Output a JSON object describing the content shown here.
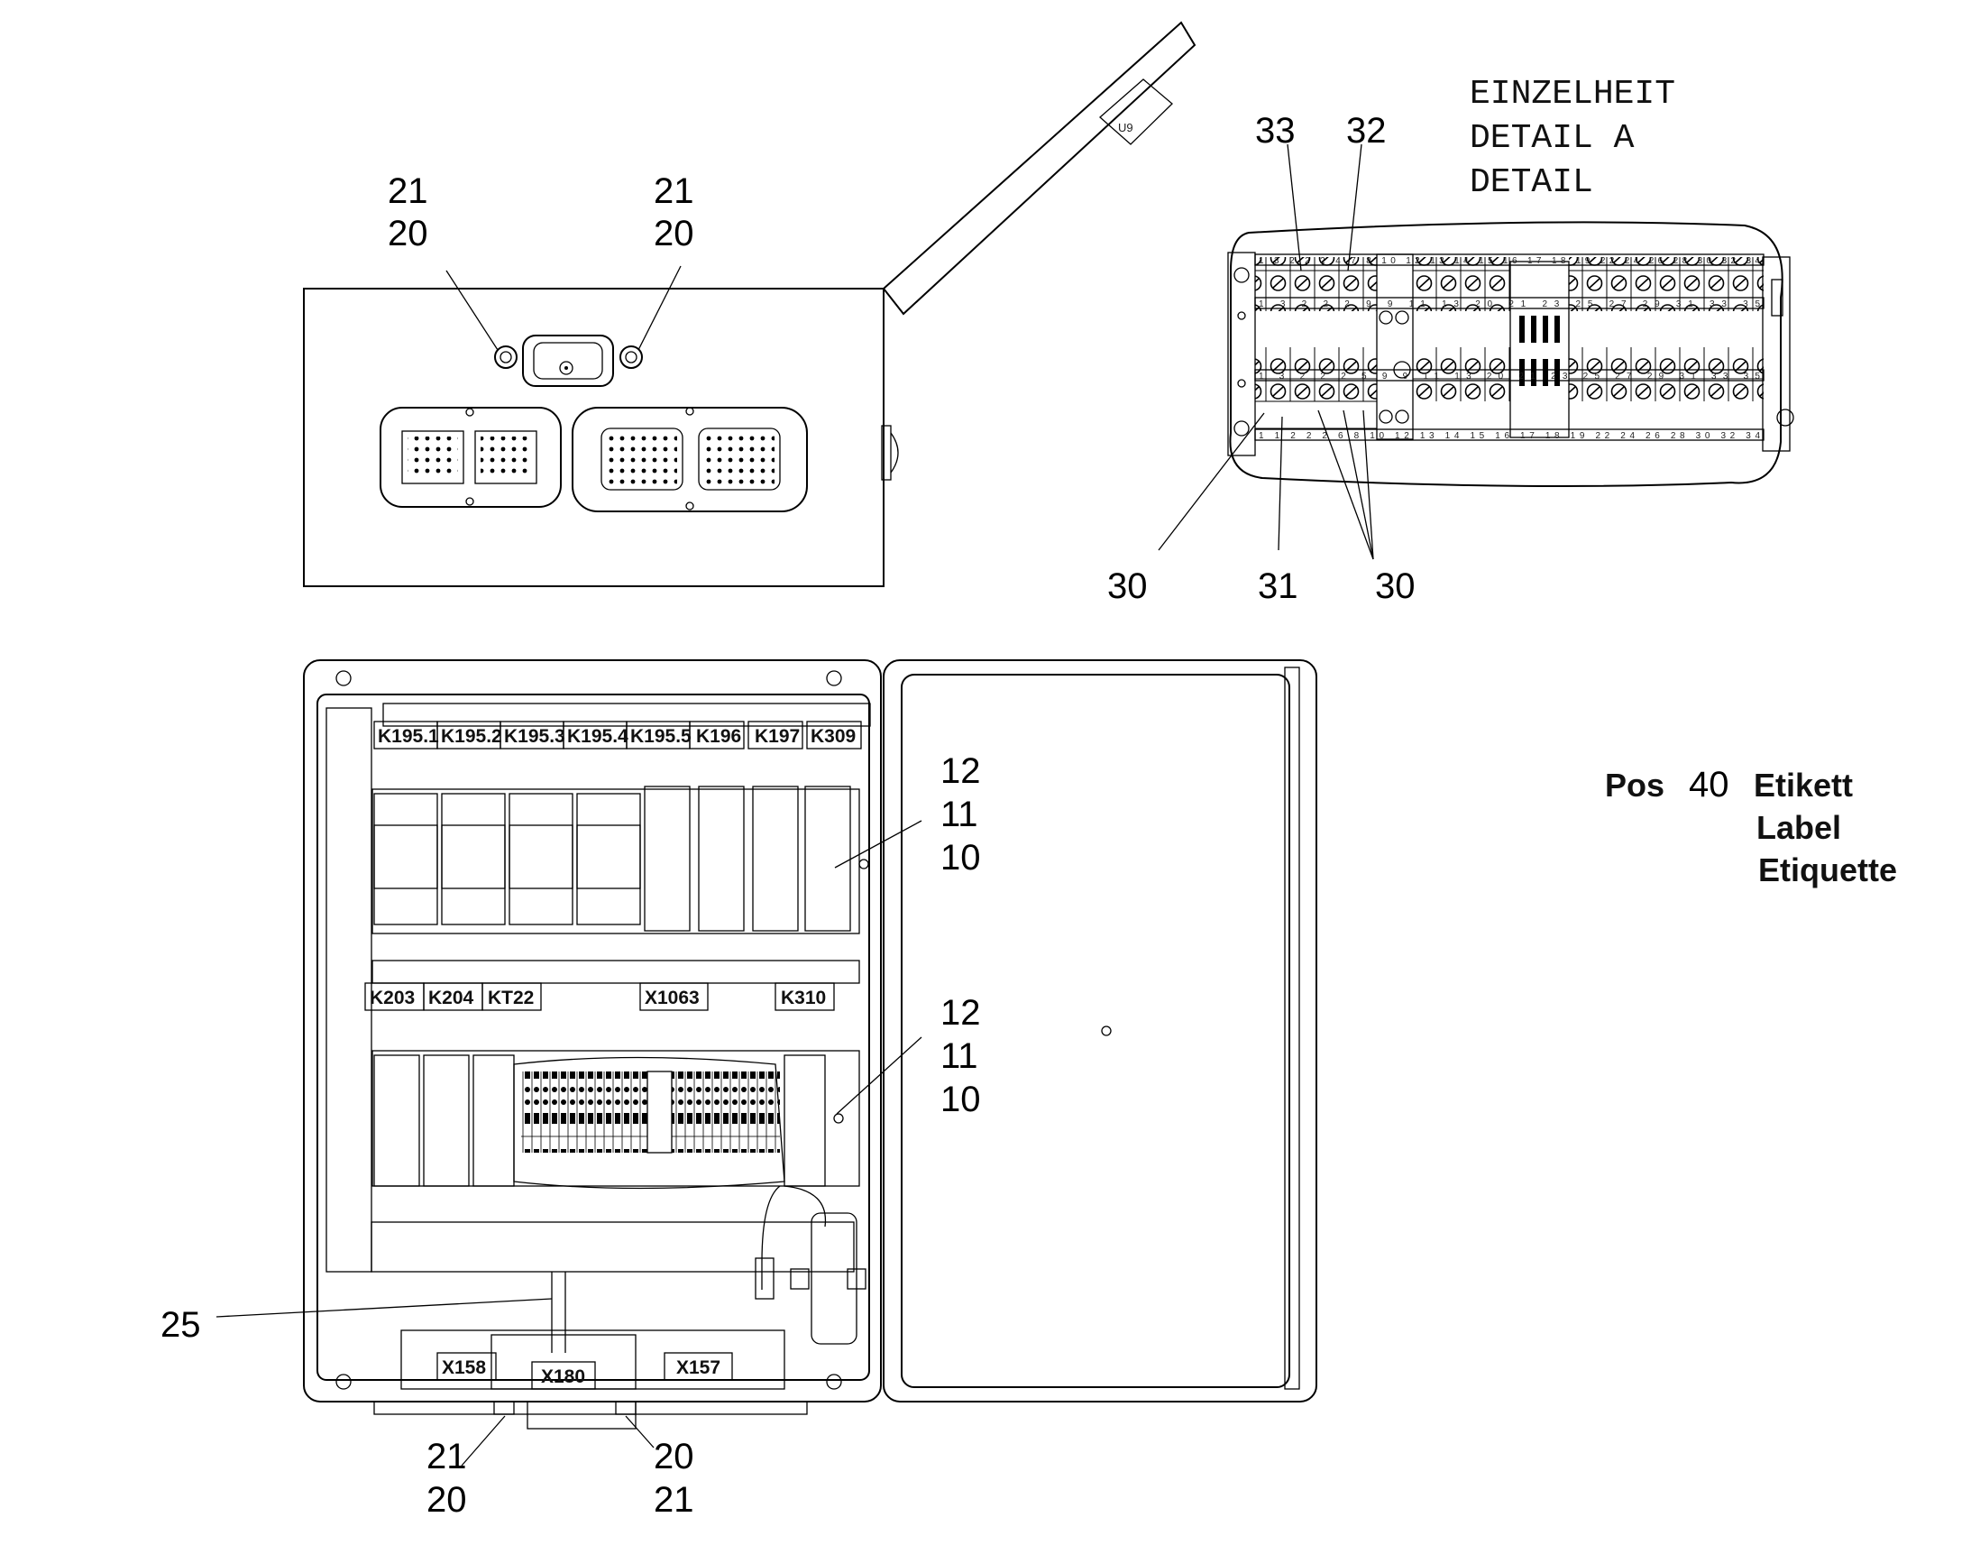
{
  "callouts": {
    "top_left_21": "21",
    "top_left_20": "20",
    "top_right_21": "21",
    "top_right_20": "20",
    "detail_33": "33",
    "detail_32": "32",
    "detail_30_left": "30",
    "detail_31": "31",
    "detail_30_right": "30",
    "mid_12": "12",
    "mid_11": "11",
    "mid_10": "10",
    "low_12": "12",
    "low_11": "11",
    "low_10": "10",
    "cable_25": "25",
    "bottom_left_21": "21",
    "bottom_left_20": "20",
    "bottom_right_20": "20",
    "bottom_right_21": "21"
  },
  "detail_title": [
    "EINZELHEIT",
    "DETAIL   A",
    "DETAIL"
  ],
  "position_note": {
    "pos": "Pos",
    "num": "40",
    "lines": [
      "Etikett",
      "Label",
      "Etiquette"
    ]
  },
  "lid_tag": "U9",
  "relay_labels_top": [
    "K195.1",
    "K195.2",
    "K195.3",
    "K195.4",
    "K195.5",
    "K196",
    "K197",
    "K309"
  ],
  "relay_labels_bottom": [
    "K203",
    "K204",
    "KT22",
    "X1063",
    "K310"
  ],
  "connector_labels": [
    "X158",
    "X180",
    "X157"
  ],
  "terminal_numbers": {
    "top_row": [
      "1",
      "3",
      "2",
      "2",
      "2",
      "4",
      "7",
      "8",
      "10",
      "12",
      "13",
      "14",
      "15",
      "16",
      "17",
      "18",
      "19",
      "22",
      "24",
      "26",
      "28",
      "30",
      "32",
      "34"
    ],
    "mid_row": [
      "1",
      "3",
      "2",
      "2",
      "2",
      "9",
      "9",
      "11",
      "13",
      "20",
      "21",
      "23",
      "25",
      "27",
      "29",
      "31",
      "33",
      "35"
    ],
    "low_row": [
      "1",
      "3",
      "2",
      "2",
      "2",
      "5",
      "9",
      "9",
      "11",
      "13",
      "20",
      "21",
      "23",
      "25",
      "27",
      "29",
      "31",
      "33",
      "35"
    ],
    "bottom_row": [
      "1",
      "1",
      "2",
      "2",
      "2",
      "6",
      "8",
      "10",
      "12",
      "13",
      "14",
      "15",
      "16",
      "17",
      "18",
      "19",
      "22",
      "24",
      "26",
      "28",
      "30",
      "32",
      "34"
    ]
  }
}
